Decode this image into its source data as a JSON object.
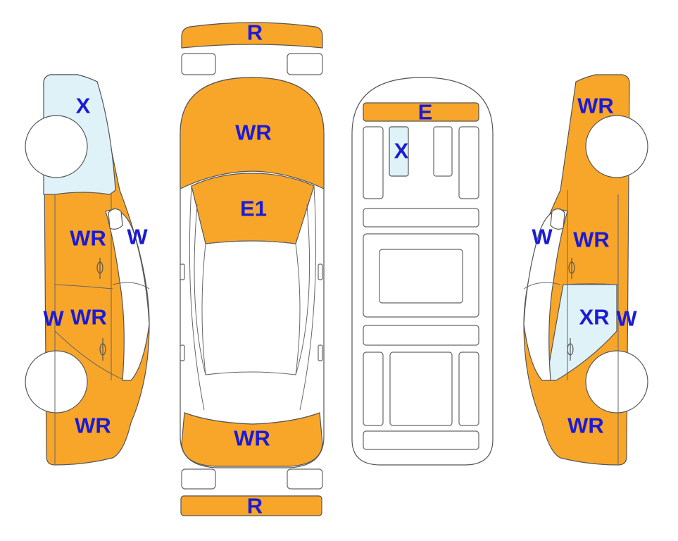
{
  "colors": {
    "damage_fill": "#F8A62A",
    "clear_fill": "#DFF2F7",
    "label_color": "#1B1BD6",
    "outline": "#555555"
  },
  "front_bumper": {
    "label": "R"
  },
  "rear_bumper": {
    "label": "R"
  },
  "hood": {
    "label": "WR"
  },
  "windshield": {
    "label": "E1"
  },
  "trunk": {
    "label": "WR"
  },
  "roof_front_panel": {
    "label": "E"
  },
  "roof_left_panel": {
    "label": "X"
  },
  "left_side": {
    "front_fender": {
      "label": "X"
    },
    "front_door": {
      "label": "WR"
    },
    "front_window": {
      "label": "W"
    },
    "rear_door_left": {
      "label": "W"
    },
    "rear_door": {
      "label": "WR"
    },
    "rear_quarter": {
      "label": "WR"
    }
  },
  "right_side": {
    "rear_quarter": {
      "label": "WR"
    },
    "rear_window": {
      "label": "W"
    },
    "rear_door": {
      "label": "WR"
    },
    "front_door": {
      "label": "XR"
    },
    "front_door_right": {
      "label": "W"
    },
    "front_fender": {
      "label": "WR"
    }
  }
}
